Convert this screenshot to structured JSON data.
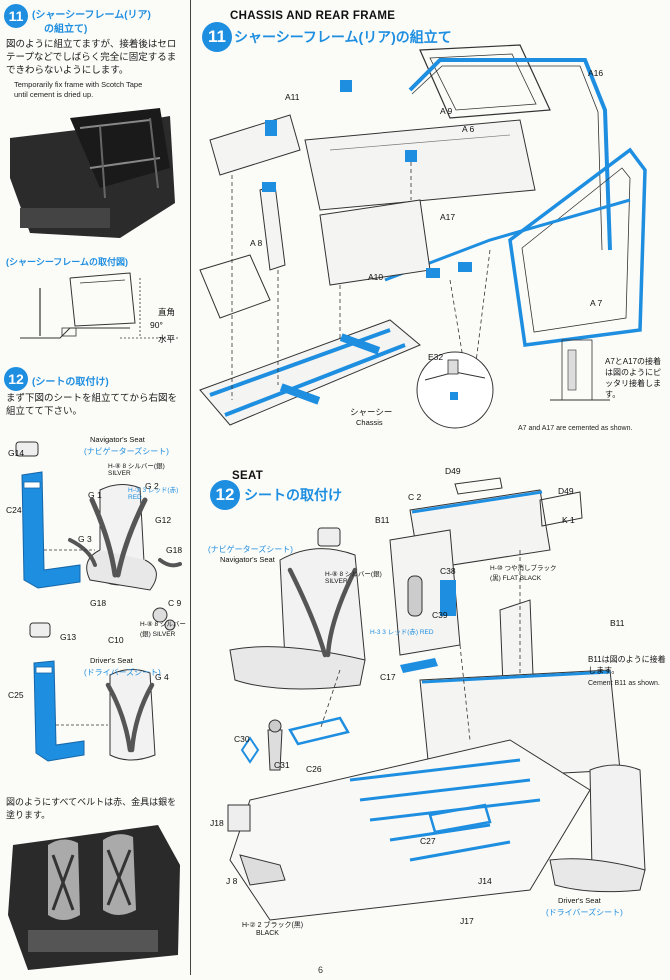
{
  "left": {
    "step11": {
      "number": "11",
      "title_l1": "(シャーシーフレーム(リア)",
      "title_l2": "の組立て)",
      "jp_text": "図のように組立てますが、接着後はセロテープなどでしばらく完全に固定するまできわらないようにします。",
      "en_l1": "Temporarily fix frame with Scotch Tape",
      "en_l2": "until cement is dried up.",
      "sub_title": "(シャーシーフレームの取付図)",
      "label_chokkaku": "直角",
      "label_90": "90°",
      "label_suihei": "水平"
    },
    "step12": {
      "number": "12",
      "title": "(シートの取付け)",
      "jp_text": "まず下図のシートを組立ててから右図を組立てて下さい。",
      "nav_en": "Navigator's Seat",
      "nav_jp": "(ナビゲーターズシート)",
      "driver_en": "Driver's Seat",
      "driver_jp": "(ドライバーズシート)",
      "paint_h8": "H-⑧ 8 シルバー(銀) SILVER",
      "paint_h3": "H-③ 3 レッド(赤) RED",
      "paint_h8b": "H-⑧ 8 シルバー(銀) SILVER",
      "parts": [
        "G14",
        "C24",
        "G 1",
        "G 2",
        "G 3",
        "G12",
        "G18",
        "G18",
        "C 9",
        "C10",
        "G13",
        "C25",
        "G 4"
      ],
      "belt_note": "図のようにすべてベルトは赤、金具は銀を塗ります。"
    }
  },
  "right": {
    "step11": {
      "number": "11",
      "heading_en": "CHASSIS AND REAR FRAME",
      "heading_jp": "シャーシーフレーム(リア)の組立て",
      "parts": [
        "A11",
        "A 9",
        "A 6",
        "A16",
        "A 8",
        "A17",
        "A10",
        "A 7",
        "E32"
      ],
      "chassis_jp": "シャーシー",
      "chassis_en": "Chassis",
      "note_jp": "A7とA17の接着は図のようにピッタリ接着します。",
      "note_en": "A7 and A17 are cemented as shown."
    },
    "step12": {
      "number": "12",
      "heading_en": "SEAT",
      "heading_jp": "シートの取付け",
      "nav_jp": "(ナビゲーターズシート)",
      "nav_en": "Navigator's Seat",
      "driver_en": "Driver's Seat",
      "driver_jp": "(ドライバーズシート)",
      "parts": [
        "D49",
        "C 2",
        "D49",
        "B11",
        "K 1",
        "C38",
        "C39",
        "C17",
        "B11",
        "C30",
        "C31",
        "C26",
        "J18",
        "C27",
        "J14",
        "J 8",
        "J17"
      ],
      "paint_h8": "H-⑧ 8 シルバー(銀) SILVER",
      "paint_h10": "H-⑩ つや消しブラック(黒) FLAT BLACK",
      "paint_h3": "H-3 3 レッド(赤) RED",
      "paint_h2_jp": "H-② 2 ブラック(黒)",
      "paint_h2_en": "BLACK",
      "b11_note_jp": "B11は図のように接着します。",
      "b11_note_en": "Cement B11 as shown."
    },
    "page_number": "6"
  },
  "colors": {
    "accent": "#1e8ee0",
    "ink": "#1a1a1a"
  }
}
